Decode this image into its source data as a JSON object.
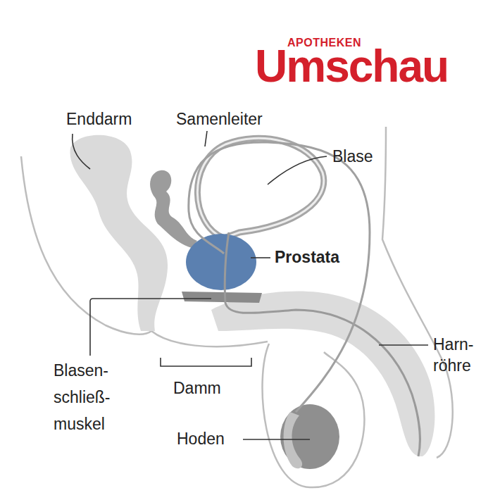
{
  "diagram": {
    "labels": [
      "APOTHEKEN",
      "Umschau",
      "Enddarm",
      "Samenleiter",
      "Blase",
      "Prostata",
      "Blasen- schließ- muskel",
      "Damm",
      "Hoden",
      "Harn- röhre"
    ]
  }
}
